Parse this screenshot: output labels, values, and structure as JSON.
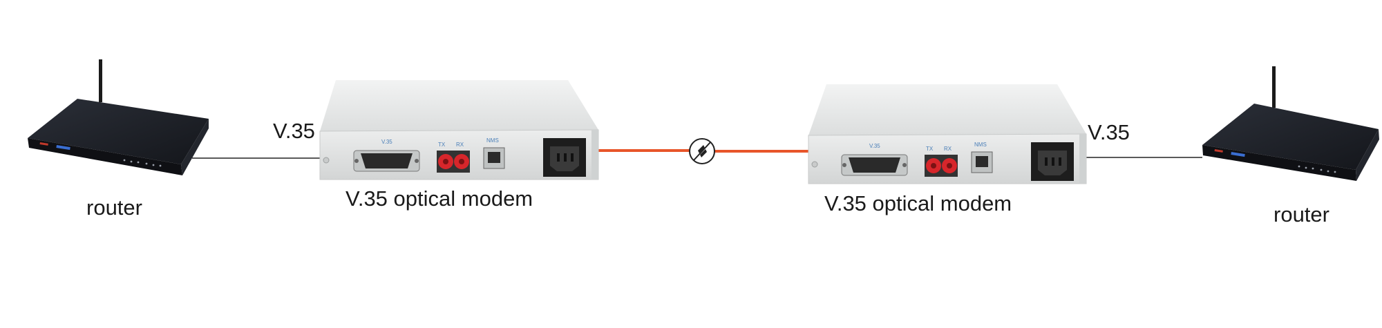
{
  "labels": {
    "router_left": "router",
    "router_right": "router",
    "v35_left": "V.35",
    "v35_right": "V.35",
    "modem_left": "V.35 optical modem",
    "modem_right": "V.35 optical modem"
  },
  "ports": {
    "modem_port_label": "V.35",
    "tx_label": "TX",
    "rx_label": "RX",
    "mgmt_label": "NMS"
  },
  "icons": [
    "router-device",
    "optical-modem-device",
    "fiber-break-icon"
  ],
  "colors": {
    "fiber": "#e8552a",
    "cable": "#222222",
    "modem_body": "#e9eaea",
    "router_body": "#1c1f26",
    "st_connector": "#d7262b"
  }
}
